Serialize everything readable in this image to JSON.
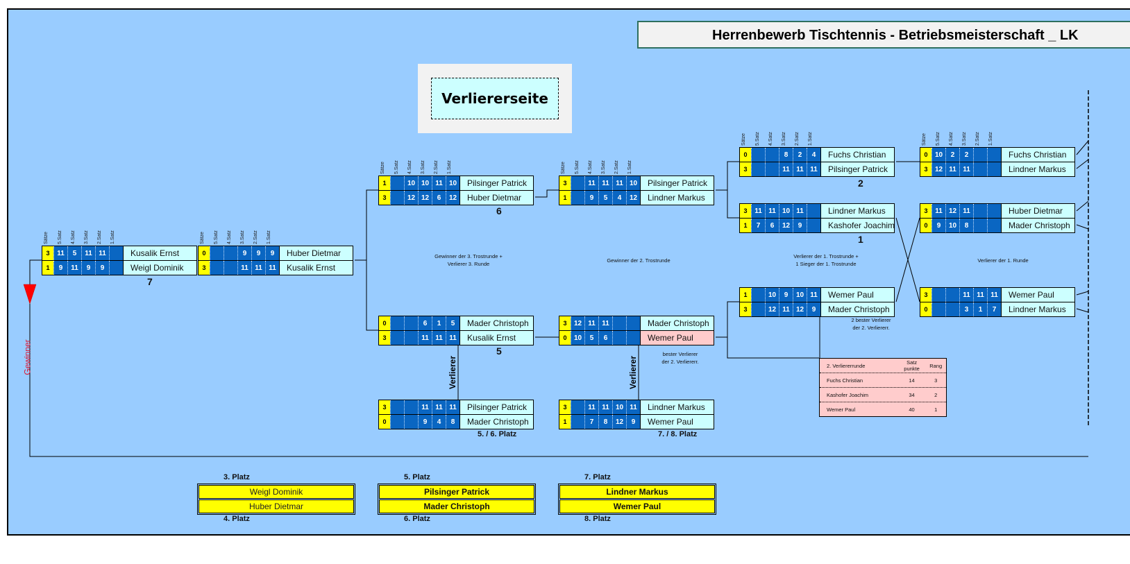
{
  "title": "Herrenbewerb  Tischtennis - Betriebsmeisterschaft _ LK",
  "section_label": "Verliererseite",
  "winner_label": "Gewinner",
  "set_headers": [
    "Sätze",
    "5.Satz",
    "4.Satz",
    "3.Satz",
    "2.Satz",
    "1.Satz"
  ],
  "loser_label": "Verlierer",
  "matches": [
    {
      "id": "m7",
      "number": "7",
      "players": [
        {
          "name": "Kusalik Ernst",
          "sets": "3",
          "scores": [
            "11",
            "5",
            "11",
            "11",
            ""
          ]
        },
        {
          "name": "Weigl Dominik",
          "sets": "1",
          "scores": [
            "9",
            "11",
            "9",
            "9",
            ""
          ]
        }
      ]
    },
    {
      "id": "m-huber-kusalik",
      "number": "",
      "players": [
        {
          "name": "Huber Dietmar",
          "sets": "0",
          "scores": [
            "",
            "",
            "9",
            "9",
            "9"
          ]
        },
        {
          "name": "Kusalik Ernst",
          "sets": "3",
          "scores": [
            "",
            "",
            "11",
            "11",
            "11"
          ]
        }
      ]
    },
    {
      "id": "m6",
      "number": "6",
      "players": [
        {
          "name": "Pilsinger Patrick",
          "sets": "1",
          "scores": [
            "",
            "10",
            "10",
            "11",
            "10"
          ]
        },
        {
          "name": "Huber Dietmar",
          "sets": "3",
          "scores": [
            "",
            "12",
            "12",
            "6",
            "12"
          ]
        }
      ]
    },
    {
      "id": "m-pilsinger-lindner",
      "number": "",
      "players": [
        {
          "name": "Pilsinger Patrick",
          "sets": "3",
          "scores": [
            "",
            "11",
            "11",
            "11",
            "10"
          ]
        },
        {
          "name": "Lindner Markus",
          "sets": "1",
          "scores": [
            "",
            "9",
            "5",
            "4",
            "12"
          ]
        }
      ]
    },
    {
      "id": "m2",
      "number": "2",
      "players": [
        {
          "name": "Fuchs Christian",
          "sets": "0",
          "scores": [
            "",
            "",
            "8",
            "2",
            "4"
          ]
        },
        {
          "name": "Pilsinger Patrick",
          "sets": "3",
          "scores": [
            "",
            "",
            "11",
            "11",
            "11"
          ]
        }
      ]
    },
    {
      "id": "m1",
      "number": "1",
      "players": [
        {
          "name": "Lindner Markus",
          "sets": "3",
          "scores": [
            "11",
            "11",
            "10",
            "11",
            ""
          ]
        },
        {
          "name": "Kashofer Joachim",
          "sets": "1",
          "scores": [
            "7",
            "6",
            "12",
            "9",
            ""
          ]
        }
      ]
    },
    {
      "id": "m-fuchs-lindner",
      "number": "",
      "players": [
        {
          "name": "Fuchs Christian",
          "sets": "0",
          "scores": [
            "10",
            "2",
            "2",
            "",
            ""
          ]
        },
        {
          "name": "Lindner Markus",
          "sets": "3",
          "scores": [
            "12",
            "11",
            "11",
            "",
            ""
          ]
        }
      ]
    },
    {
      "id": "m-huber-mader",
      "number": "",
      "players": [
        {
          "name": "Huber Dietmar",
          "sets": "3",
          "scores": [
            "11",
            "12",
            "11",
            "",
            ""
          ]
        },
        {
          "name": "Mader Christoph",
          "sets": "0",
          "scores": [
            "9",
            "10",
            "8",
            "",
            ""
          ]
        }
      ]
    },
    {
      "id": "m-wemer-mader",
      "number": "",
      "players": [
        {
          "name": "Wemer Paul",
          "sets": "1",
          "scores": [
            "",
            "10",
            "9",
            "10",
            "11"
          ]
        },
        {
          "name": "Mader Christoph",
          "sets": "3",
          "scores": [
            "",
            "12",
            "11",
            "12",
            "9"
          ]
        }
      ]
    },
    {
      "id": "m-wemer-lindner",
      "number": "",
      "players": [
        {
          "name": "Wemer Paul",
          "sets": "3",
          "scores": [
            "",
            "",
            "11",
            "11",
            "11"
          ]
        },
        {
          "name": "Lindner Markus",
          "sets": "0",
          "scores": [
            "",
            "",
            "3",
            "1",
            "7"
          ]
        }
      ]
    },
    {
      "id": "m5",
      "number": "5",
      "players": [
        {
          "name": "Mader Christoph",
          "sets": "0",
          "scores": [
            "",
            "",
            "6",
            "1",
            "5"
          ]
        },
        {
          "name": "Kusalik Ernst",
          "sets": "3",
          "scores": [
            "",
            "",
            "11",
            "11",
            "11"
          ]
        }
      ]
    },
    {
      "id": "m-mader-wemer",
      "number": "",
      "players": [
        {
          "name": "Mader Christoph",
          "sets": "3",
          "scores": [
            "12",
            "11",
            "11",
            "",
            ""
          ]
        },
        {
          "name": "Wemer Paul",
          "sets": "0",
          "scores": [
            "10",
            "5",
            "6",
            "",
            ""
          ],
          "highlight": true
        }
      ]
    },
    {
      "id": "m-place56",
      "number": "5. / 6. Platz",
      "players": [
        {
          "name": "Pilsinger Patrick",
          "sets": "3",
          "scores": [
            "",
            "",
            "11",
            "11",
            "11"
          ]
        },
        {
          "name": "Mader Christoph",
          "sets": "0",
          "scores": [
            "",
            "",
            "9",
            "4",
            "8"
          ]
        }
      ]
    },
    {
      "id": "m-place78",
      "number": "7. / 8. Platz",
      "players": [
        {
          "name": "Lindner Markus",
          "sets": "3",
          "scores": [
            "",
            "11",
            "11",
            "10",
            "11"
          ]
        },
        {
          "name": "Wemer Paul",
          "sets": "1",
          "scores": [
            "",
            "7",
            "8",
            "12",
            "9"
          ]
        }
      ]
    }
  ],
  "notes": {
    "gewinner_3_trost": "Gewinner der 3. Trostrunde +\nVerlierer 3. Runde",
    "gewinner_2_trost": "Gewinner der 2. Trostrunde",
    "verlierer_1_trost": "Verlierer der 1. Trostrunde +\n1 Sieger der 1. Trostrunde",
    "verlierer_1_runde": "Verlierer der 1. Runde",
    "zwei_bester": "2 bester Verlierer\nder 2. Verliererr.",
    "bester": "bester Verlierer\nder 2. Verliererr."
  },
  "ranking_table": {
    "title": "2. Verliererrunde",
    "col_points": "Satz\npunkte",
    "col_rank": "Rang",
    "rows": [
      {
        "name": "Fuchs Christian",
        "points": "14",
        "rank": "3"
      },
      {
        "name": "Kashofer Joachim",
        "points": "34",
        "rank": "2"
      },
      {
        "name": "Wemer Paul",
        "points": "40",
        "rank": "1"
      }
    ]
  },
  "placements": [
    {
      "top_label": "3. Platz",
      "bottom_label": "4. Platz",
      "names": [
        "Weigl Dominik",
        "Huber Dietmar"
      ],
      "bold": false
    },
    {
      "top_label": "5. Platz",
      "bottom_label": "6. Platz",
      "names": [
        "Pilsinger Patrick",
        "Mader Christoph"
      ],
      "bold": true
    },
    {
      "top_label": "7. Platz",
      "bottom_label": "8. Platz",
      "names": [
        "Lindner Markus",
        "Wemer Paul"
      ],
      "bold": true
    }
  ],
  "colors": {
    "background": "#99ccff",
    "sets_cell": "#ffff00",
    "score_cell": "#0a66c2",
    "name_cell": "#ccffff",
    "highlight_cell": "#ffcccc",
    "winner_arrow": "#ff0000"
  }
}
